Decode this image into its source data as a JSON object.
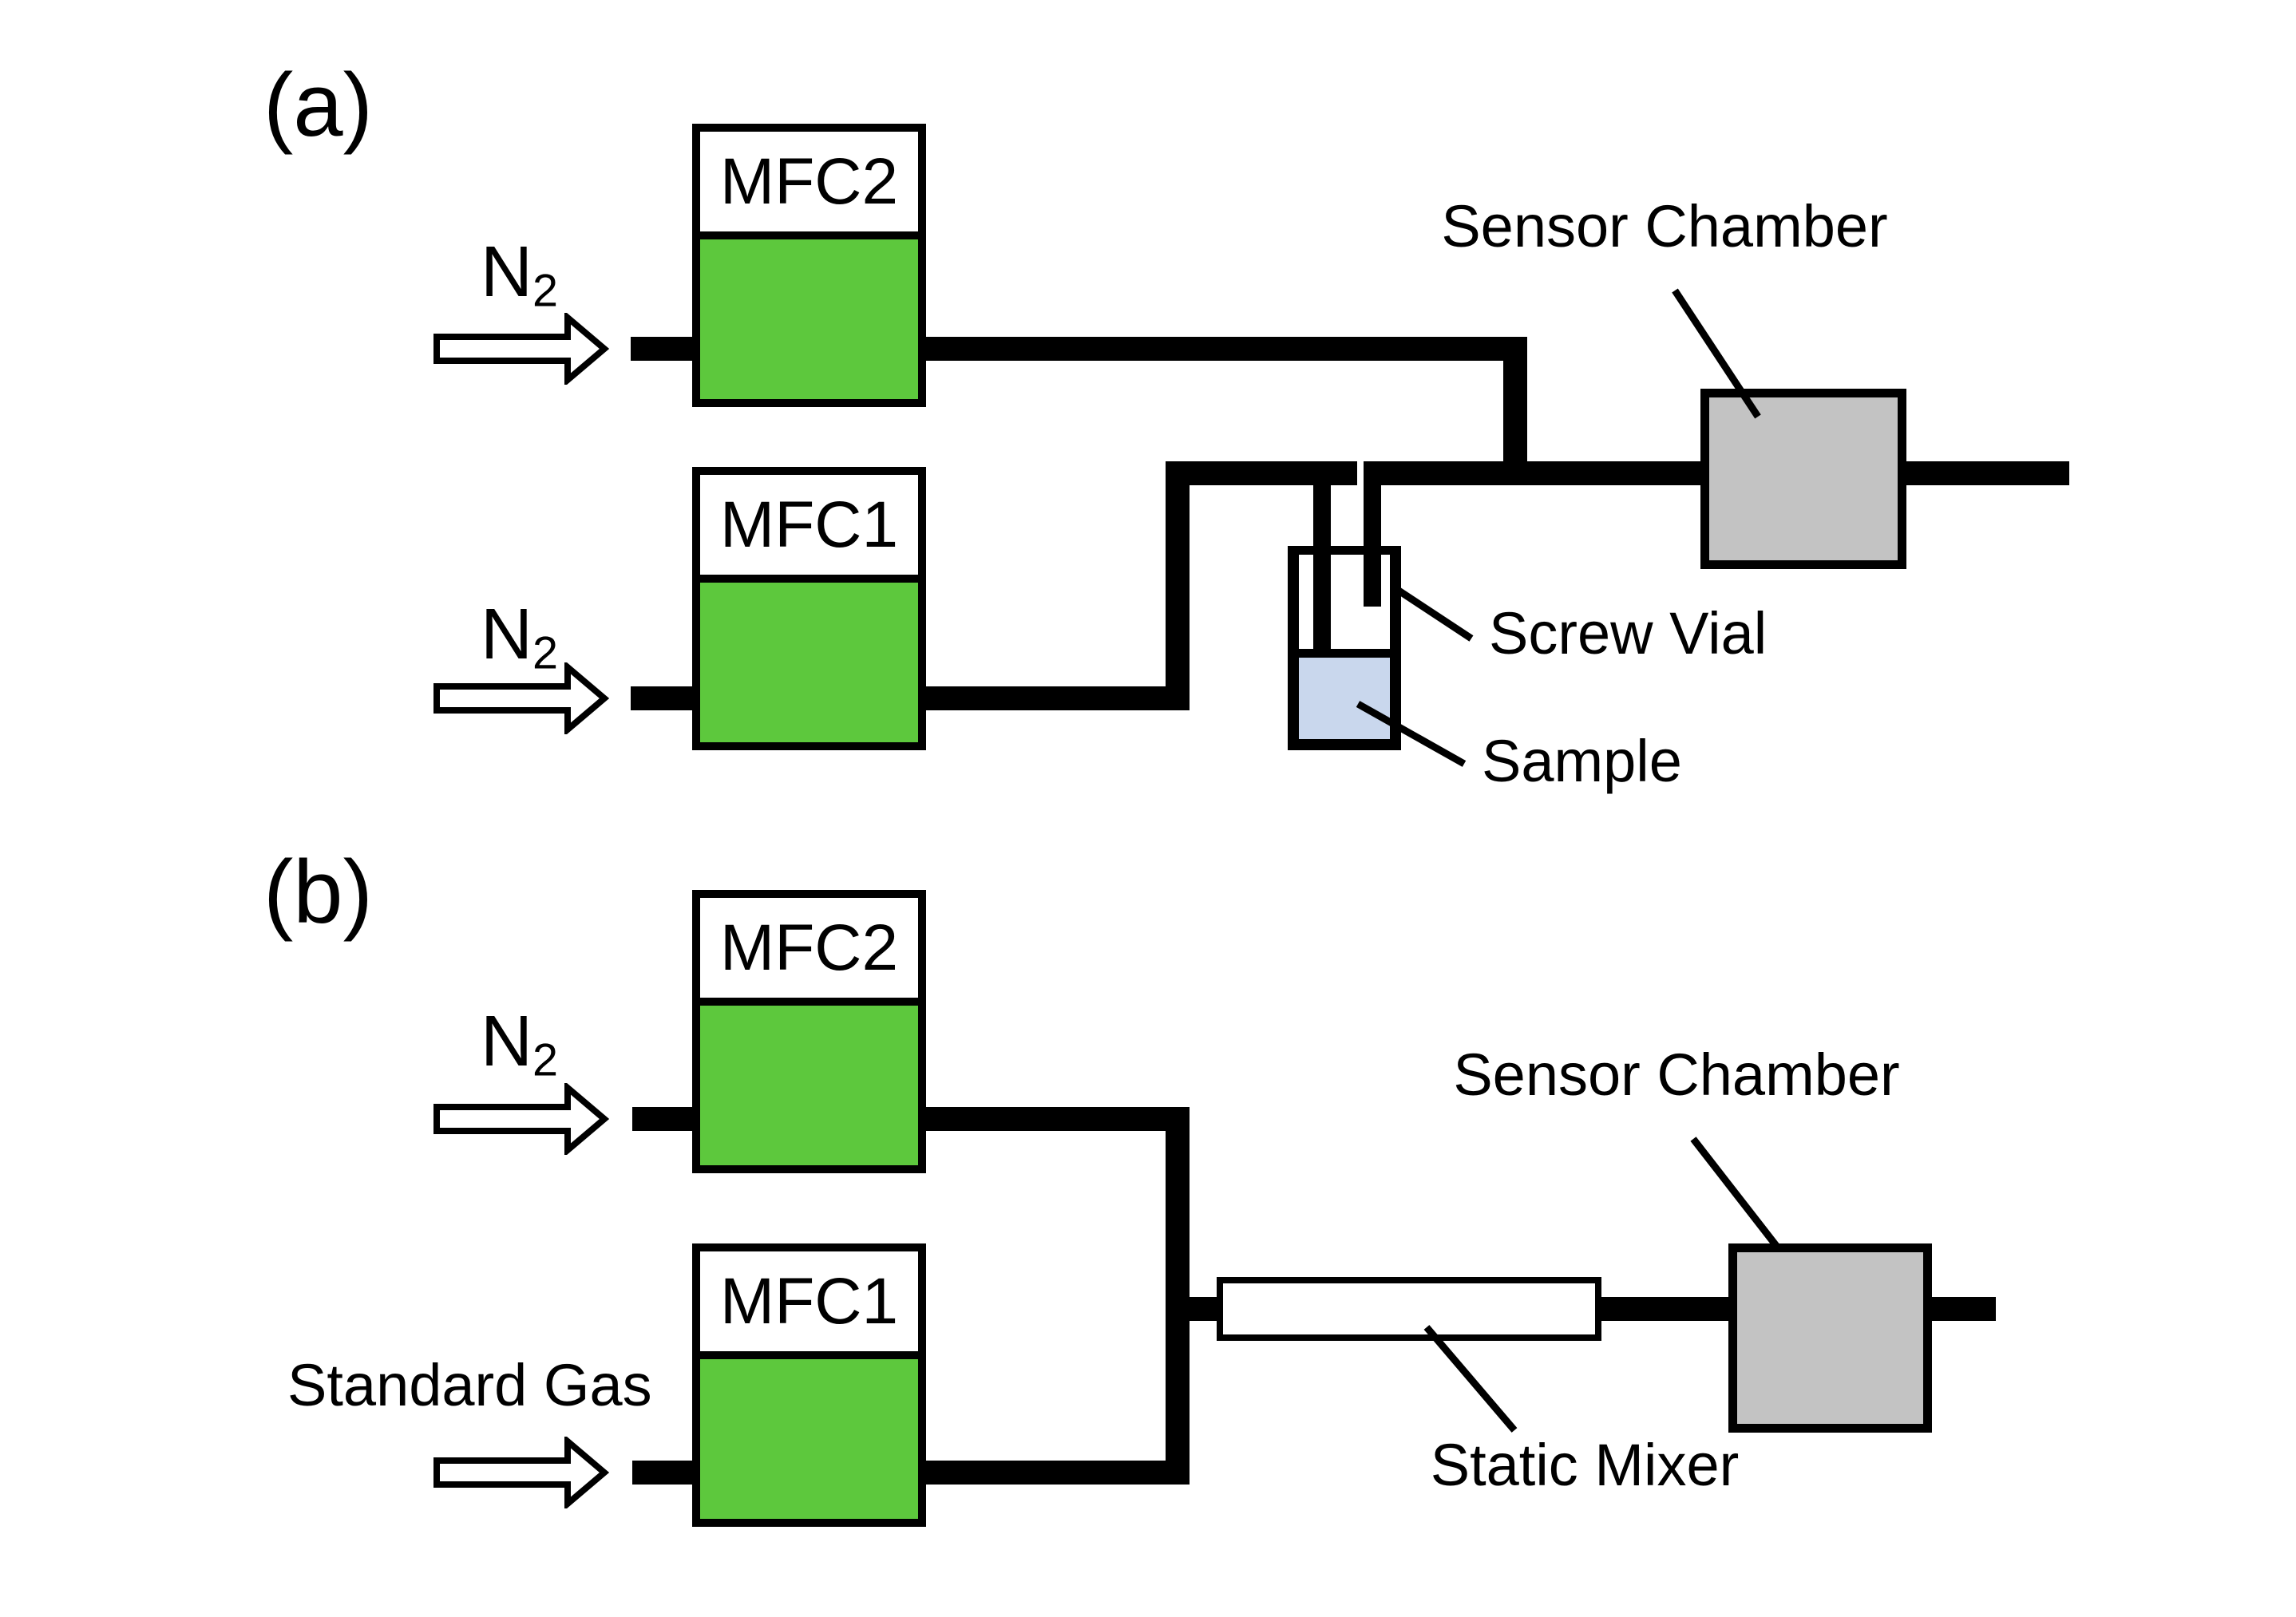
{
  "colors": {
    "mfc_green": "#5DC83D",
    "chamber_gray": "#C3C3C3",
    "sample_blue": "#C9D7ED",
    "submerged_tube_blue": "#4F6D94",
    "pipe_black": "#000000"
  },
  "panel_a": {
    "label": "(a)",
    "n2_top": {
      "main": "N",
      "sub": "2"
    },
    "n2_bottom": {
      "main": "N",
      "sub": "2"
    },
    "mfc2": "MFC2",
    "mfc1": "MFC1",
    "sensor_chamber": "Sensor Chamber",
    "screw_vial": "Screw Vial",
    "sample": "Sample"
  },
  "panel_b": {
    "label": "(b)",
    "n2": {
      "main": "N",
      "sub": "2"
    },
    "standard_gas": "Standard Gas",
    "mfc2": "MFC2",
    "mfc1": "MFC1",
    "sensor_chamber": "Sensor Chamber",
    "static_mixer": "Static Mixer"
  }
}
